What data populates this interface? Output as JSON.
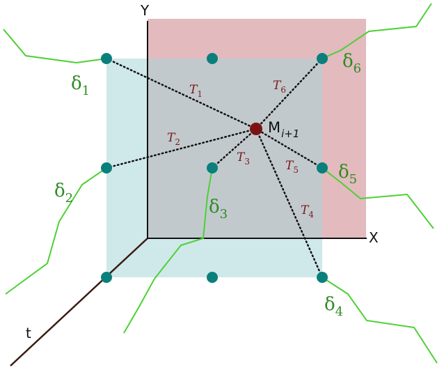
{
  "axes": {
    "y_label": "Y",
    "x_label": "X",
    "t_label": "t"
  },
  "center_point": {
    "label": "M",
    "subscript": "i+1"
  },
  "deltas": [
    {
      "symbol": "δ",
      "index": "1"
    },
    {
      "symbol": "δ",
      "index": "2"
    },
    {
      "symbol": "δ",
      "index": "3"
    },
    {
      "symbol": "δ",
      "index": "4"
    },
    {
      "symbol": "δ",
      "index": "5"
    },
    {
      "symbol": "δ",
      "index": "6"
    }
  ],
  "tensions": [
    {
      "symbol": "T",
      "index": "1"
    },
    {
      "symbol": "T",
      "index": "2"
    },
    {
      "symbol": "T",
      "index": "3"
    },
    {
      "symbol": "T",
      "index": "4"
    },
    {
      "symbol": "T",
      "index": "5"
    },
    {
      "symbol": "T",
      "index": "6"
    }
  ],
  "colors": {
    "front_plane": "#a8d6d8",
    "back_plane": "#d9a3a8",
    "node": "#0b7f7c",
    "center_node": "#7a1414",
    "curve": "#4cd034",
    "delta_text": "#2e8b22",
    "tension_text": "#7a1a1a",
    "axis": "#111111",
    "t_axis": "#3a1b14"
  }
}
